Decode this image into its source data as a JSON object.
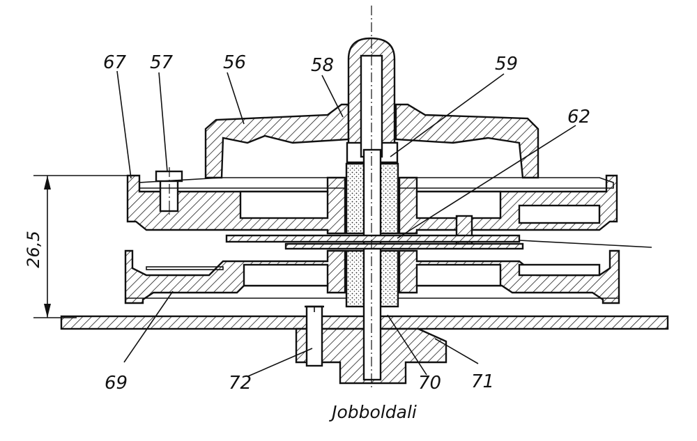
{
  "drawing": {
    "caption": "Jobboldali",
    "dimension": "26,5",
    "part_labels": [
      "67",
      "57",
      "56",
      "58",
      "59",
      "62",
      "69",
      "72",
      "70",
      "71"
    ]
  }
}
